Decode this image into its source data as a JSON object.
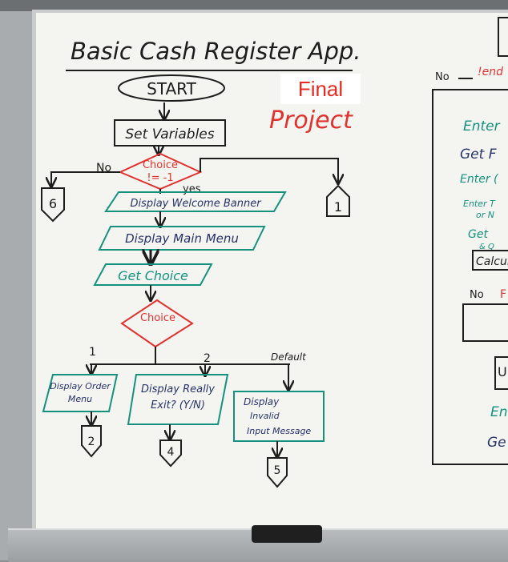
{
  "title": "Basic Cash Register App.",
  "overlay_label": "Final",
  "subtitle": "Project",
  "nodes": {
    "start": "START",
    "set_variables": "Set Variables",
    "choice_check_l1": "Choice",
    "choice_check_l2": "!= -1",
    "display_welcome": "Display Welcome Banner",
    "display_main_menu": "Display Main Menu",
    "get_choice": "Get Choice",
    "choice_switch": "Choice",
    "display_order_menu_l1": "Display Order",
    "display_order_menu_l2": "Menu",
    "display_really_exit_l1": "Display Really",
    "display_really_exit_l2": "Exit? (Y/N)",
    "display_invalid_l1": "Display",
    "display_invalid_l2": "Invalid",
    "display_invalid_l3": "Input Message"
  },
  "edge_labels": {
    "no": "No",
    "yes": "yes",
    "case_1": "1",
    "case_2": "2",
    "default": "Default"
  },
  "connectors": {
    "c6": "6",
    "c1": "1",
    "c2": "2",
    "c4": "4",
    "c5": "5"
  },
  "right_partial": {
    "no": "No",
    "end": "!end",
    "enter1": "Enter",
    "get1": "Get F",
    "enter2": "Enter (",
    "enter3_l1": "Enter T",
    "enter3_l2": "or N",
    "get2": "Get",
    "get2_b": "& Q",
    "calculate": "Calculate",
    "no2": "No",
    "f_letter": "F",
    "u_letter": "U",
    "en": "En",
    "ge": "Ge"
  },
  "colors": {
    "black": "#1d1d1d",
    "teal": "#14927e",
    "red": "#e0332f",
    "navy": "#27326a"
  }
}
